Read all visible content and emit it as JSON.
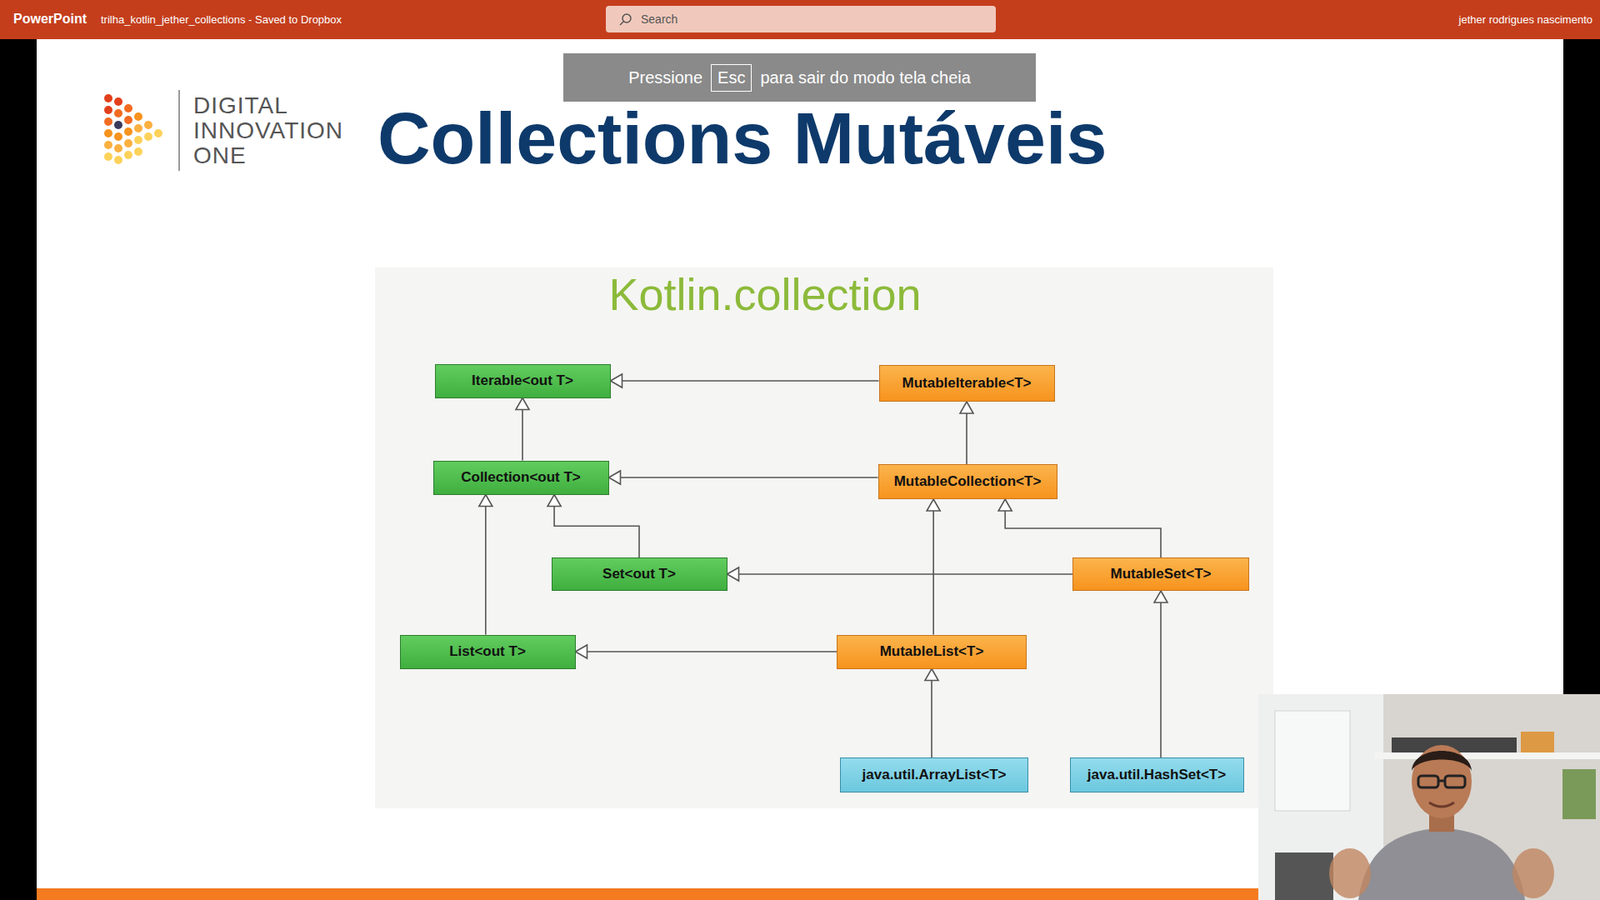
{
  "diagram": {
    "title": "Collections Mutáveis",
    "nodes": [
      {
        "text": [
          "Iterable<out T>"
        ]
      },
      {
        "text": [
          "MutableIterable<T>"
        ]
      },
      {
        "text": [
          "Collection<out T>"
        ]
      },
      {
        "text": [
          "MutableCollection<T>"
        ]
      },
      {
        "text": [
          "Set<out T>"
        ]
      },
      {
        "text": [
          "MutableSet<T>"
        ]
      },
      {
        "text": [
          "List<out T>"
        ]
      },
      {
        "text": [
          "MutableList<T>"
        ]
      },
      {
        "text": [
          "java.util.ArrayList<T>"
        ]
      },
      {
        "text": [
          "java.util.HashSet<T>"
        ]
      }
    ],
    "edges": [
      {
        "from": 1,
        "to": 0,
        "arrow": "to"
      },
      {
        "from": 2,
        "to": 0,
        "arrow": "to"
      },
      {
        "from": 3,
        "to": 2,
        "arrow": "to"
      },
      {
        "from": 3,
        "to": 1,
        "arrow": "to"
      },
      {
        "from": 4,
        "to": 2,
        "arrow": "to"
      },
      {
        "from": 6,
        "to": 2,
        "arrow": "to"
      },
      {
        "from": 5,
        "to": 4,
        "arrow": "to"
      },
      {
        "from": 5,
        "to": 3,
        "arrow": "to"
      },
      {
        "from": 7,
        "to": 6,
        "arrow": "to"
      },
      {
        "from": 7,
        "to": 3,
        "arrow": "to"
      },
      {
        "from": 8,
        "to": 7,
        "arrow": "to"
      },
      {
        "from": 9,
        "to": 5,
        "arrow": "to"
      }
    ],
    "labels": [
      "PowerPoint",
      "trilha_kotlin_jether_collections - Saved to Dropbox",
      "Search",
      "jether rodrigues nascimento",
      "Pressione",
      "Esc",
      "para sair do modo tela cheia",
      "DIGITAL INNOVATION ONE",
      "Kotlin.collection"
    ]
  }
}
